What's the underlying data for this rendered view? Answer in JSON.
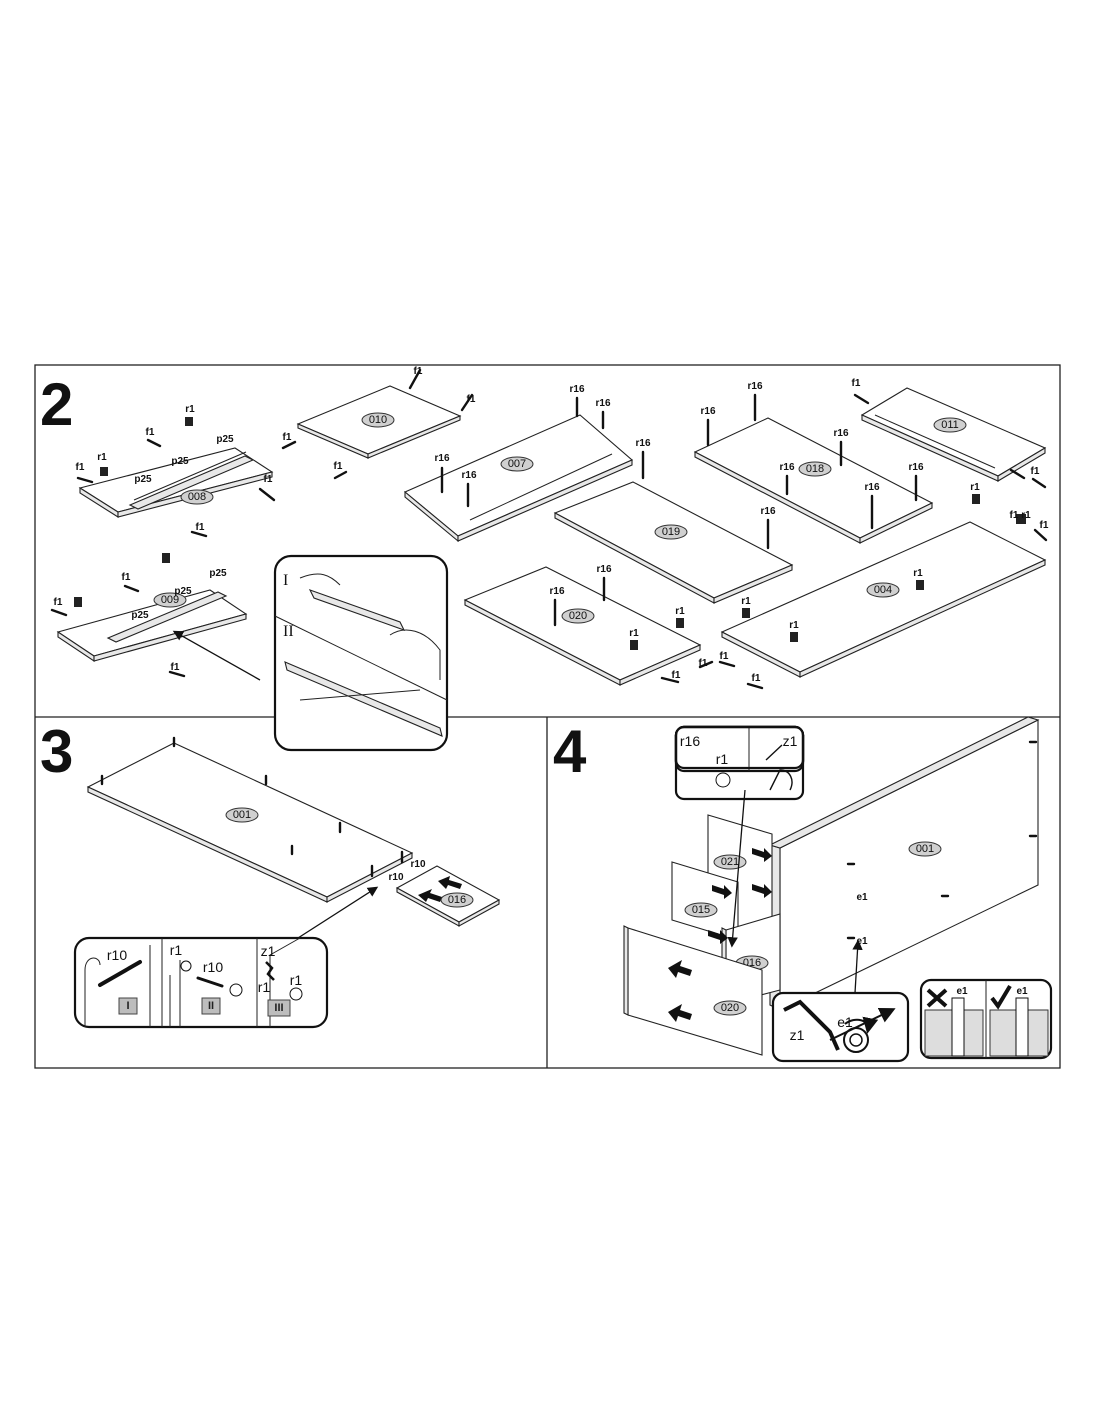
{
  "steps": [
    {
      "number": "2"
    },
    {
      "number": "3"
    },
    {
      "number": "4"
    }
  ],
  "parts": {
    "p008": "008",
    "p009": "009",
    "p010": "010",
    "p007": "007",
    "p018": "018",
    "p011": "011",
    "p019": "019",
    "p020": "020",
    "p004": "004",
    "p001": "001",
    "p016": "016",
    "p021": "021",
    "p015": "015"
  },
  "hardware": {
    "f1": "f1",
    "r1": "r1",
    "p25": "p25",
    "r16": "r16",
    "r10": "r10",
    "z1": "z1",
    "e1": "e1"
  },
  "detail_steps": {
    "roman_1": "I",
    "roman_2": "II",
    "sub_1": "I",
    "sub_2": "II",
    "sub_3": "III"
  }
}
